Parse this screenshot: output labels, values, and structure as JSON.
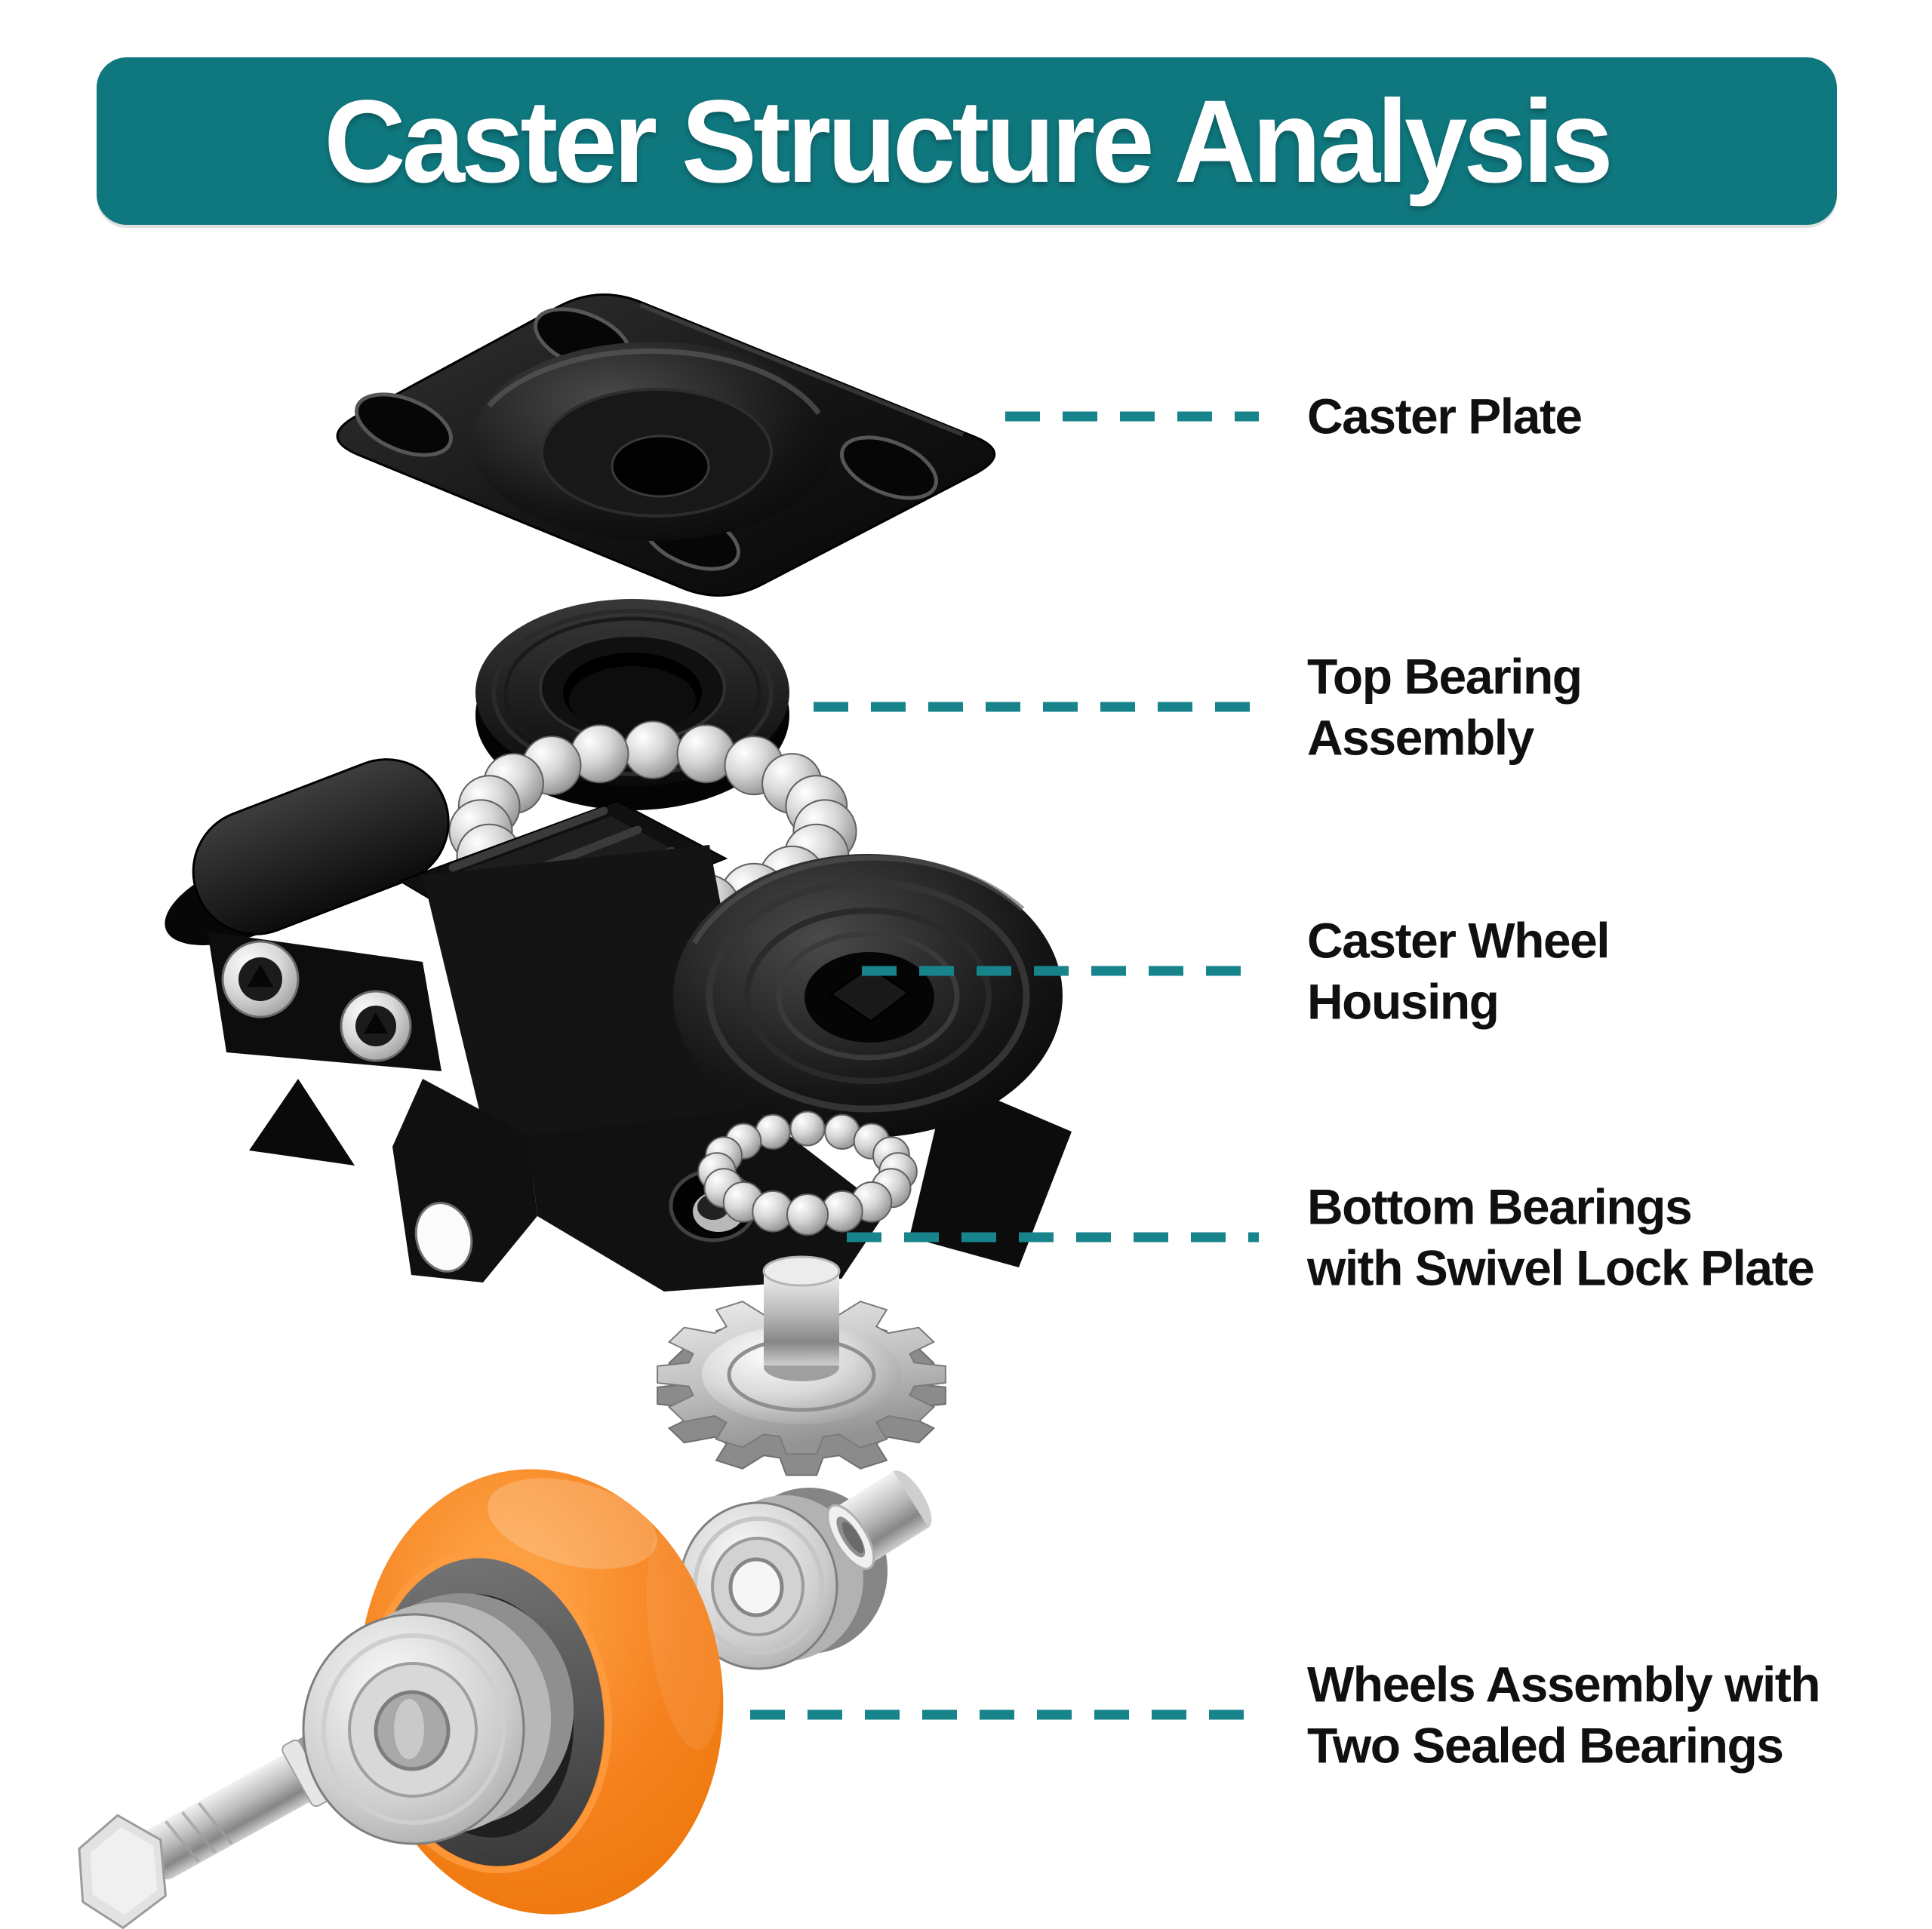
{
  "header": {
    "title": "Caster Structure Analysis"
  },
  "labels": [
    {
      "id": "caster-plate",
      "lines": [
        "Caster Plate",
        ""
      ]
    },
    {
      "id": "top-bearing-assembly",
      "lines": [
        "Top Bearing",
        "Assembly"
      ]
    },
    {
      "id": "caster-wheel-housing",
      "lines": [
        "Caster Wheel",
        "Housing"
      ]
    },
    {
      "id": "bottom-bearings-swivel-lock",
      "lines": [
        "Bottom Bearings",
        "with Swivel Lock Plate"
      ]
    },
    {
      "id": "wheels-assembly",
      "lines": [
        "Wheels Assembly with",
        "Two Sealed Bearings"
      ]
    }
  ],
  "colors": {
    "header_teal": "#0f777e",
    "leader_teal": "#17838b",
    "title_white": "#ffffff",
    "label_black": "#101010",
    "part_black": "#121212",
    "metal_silver": "#c9c9c9",
    "wheel_orange": "#f6821f",
    "wheel_gray": "#4d4d4d"
  },
  "icons": [
    "caster-plate-graphic",
    "top-bearing-ring-graphic",
    "ball-bearing-ring-large-graphic",
    "caster-housing-graphic",
    "ball-bearing-ring-small-graphic",
    "swivel-lock-plate-graphic",
    "sealed-bearing-graphic",
    "bearing-sleeve-graphic",
    "wheel-graphic",
    "axle-bolt-graphic",
    "sealed-bearing-left-graphic"
  ]
}
